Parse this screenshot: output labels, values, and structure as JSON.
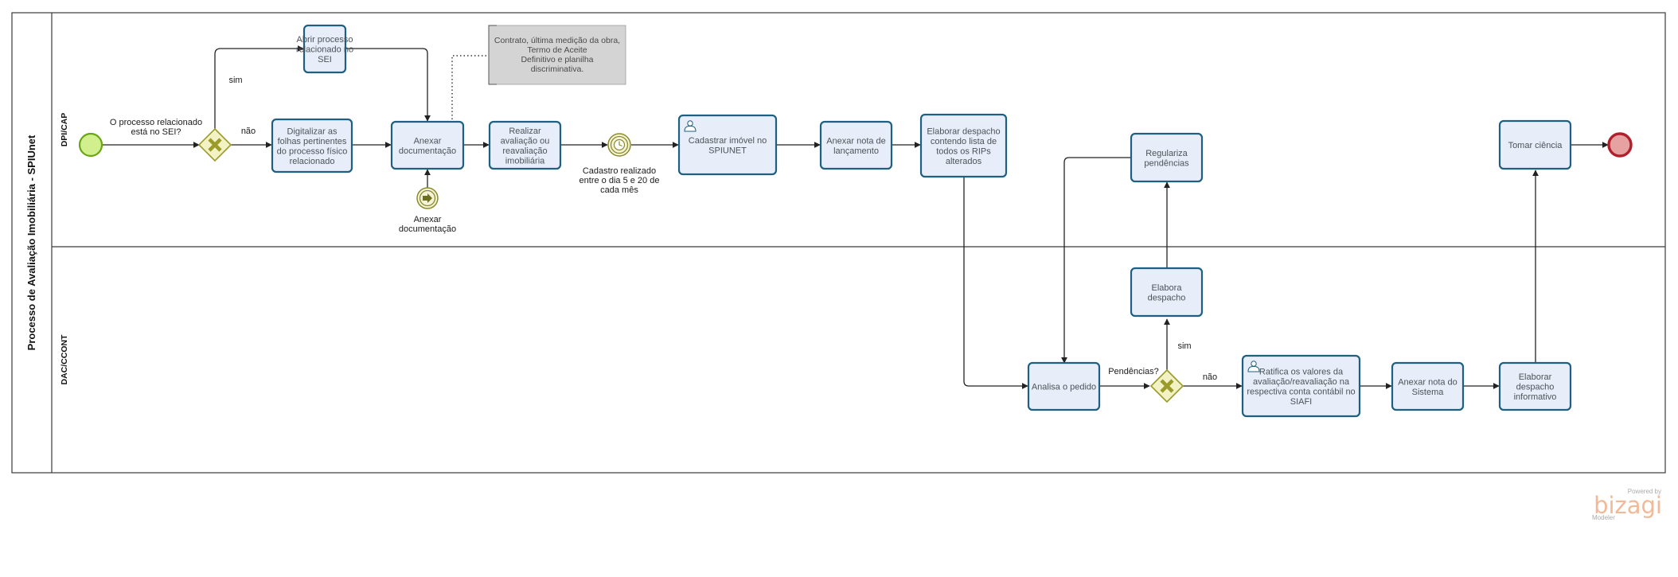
{
  "pool": {
    "title": "Processo de Avaliação Imobiliária - SPIUnet"
  },
  "lanes": [
    {
      "id": "dpi",
      "label": "DPI/CAP"
    },
    {
      "id": "dac",
      "label": "DAC/CCONT"
    }
  ],
  "tasks": [
    {
      "id": "abrir",
      "lines": [
        "Abrir processo",
        "relacionado no",
        "SEI"
      ],
      "user_icon": false
    },
    {
      "id": "digitalizar",
      "lines": [
        "Digitalizar as",
        "folhas pertinentes",
        "do processo físico",
        "relacionado"
      ],
      "user_icon": false
    },
    {
      "id": "anexar-doc",
      "lines": [
        "Anexar",
        "documentação"
      ],
      "user_icon": false
    },
    {
      "id": "realizar",
      "lines": [
        "Realizar",
        "avaliação ou",
        "reavaliação",
        "imobiliária"
      ],
      "user_icon": false
    },
    {
      "id": "cadastrar",
      "lines": [
        "Cadastrar imóvel no",
        "SPIUNET"
      ],
      "user_icon": true
    },
    {
      "id": "anexar-nota",
      "lines": [
        "Anexar nota de",
        "lançamento"
      ],
      "user_icon": false
    },
    {
      "id": "elaborar-lista",
      "lines": [
        "Elaborar despacho",
        "contendo lista de",
        "todos os RIPs",
        "alterados"
      ],
      "user_icon": false
    },
    {
      "id": "regulariza",
      "lines": [
        "Regulariza",
        "pendências"
      ],
      "user_icon": false
    },
    {
      "id": "tomar",
      "lines": [
        "Tomar ciência"
      ],
      "user_icon": false
    },
    {
      "id": "analisa",
      "lines": [
        "Analisa o pedido"
      ],
      "user_icon": false
    },
    {
      "id": "elabora",
      "lines": [
        "Elabora",
        "despacho"
      ],
      "user_icon": false
    },
    {
      "id": "ratifica",
      "lines": [
        "Ratifica os valores da",
        "avaliação/reavaliação na",
        "respectiva conta contábil no",
        "SIAFI"
      ],
      "user_icon": true
    },
    {
      "id": "anexar-sistema",
      "lines": [
        "Anexar nota do",
        "Sistema"
      ],
      "user_icon": false
    },
    {
      "id": "elaborar-info",
      "lines": [
        "Elaborar",
        "despacho",
        "informativo"
      ],
      "user_icon": false
    }
  ],
  "annotation": {
    "lines": [
      "Contrato, última medição da obra,",
      "Termo de Aceite",
      "Definitivo e planilha",
      "discriminativa."
    ]
  },
  "gateway1": {
    "question_lines": [
      "O processo relacionado",
      "está no SEI?"
    ],
    "yes": "sim",
    "no": "não"
  },
  "gateway2": {
    "question": "Pendências?",
    "yes": "sim",
    "no": "não"
  },
  "message_event": {
    "label_lines": [
      "Anexar",
      "documentação"
    ]
  },
  "timer_event": {
    "label_lines": [
      "Cadastro realizado",
      "entre o dia 5 e 20 de",
      "cada mês"
    ]
  },
  "branding": {
    "powered_by": "Powered by",
    "logo": "bizagi",
    "product": "Modeler"
  },
  "colors": {
    "task_fill": "#e8eef9",
    "task_stroke": "#1f5f7f",
    "start_fill": "#d2ef8e",
    "start_stroke": "#6aa616",
    "end_fill": "#e6a1a1",
    "end_stroke": "#b0202c",
    "gateway_fill": "#f3f2c4",
    "gateway_stroke": "#9a9b2a",
    "annotation_fill": "#d4d4d4",
    "logo_color": "#f2b999"
  }
}
